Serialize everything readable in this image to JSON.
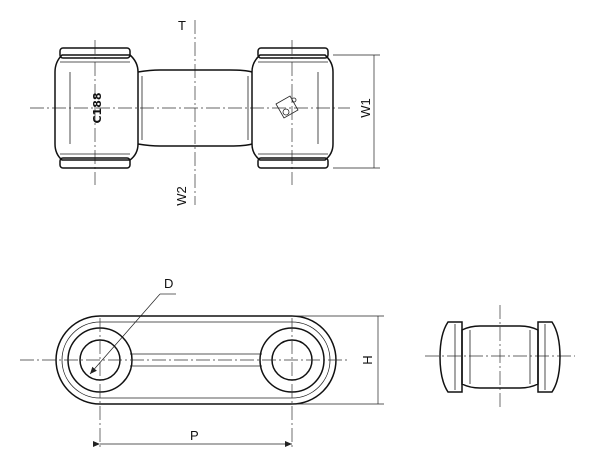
{
  "labels": {
    "T": "T",
    "W1": "W1",
    "W2": "W2",
    "D": "D",
    "H": "H",
    "P": "P",
    "part_mark": "C188"
  }
}
